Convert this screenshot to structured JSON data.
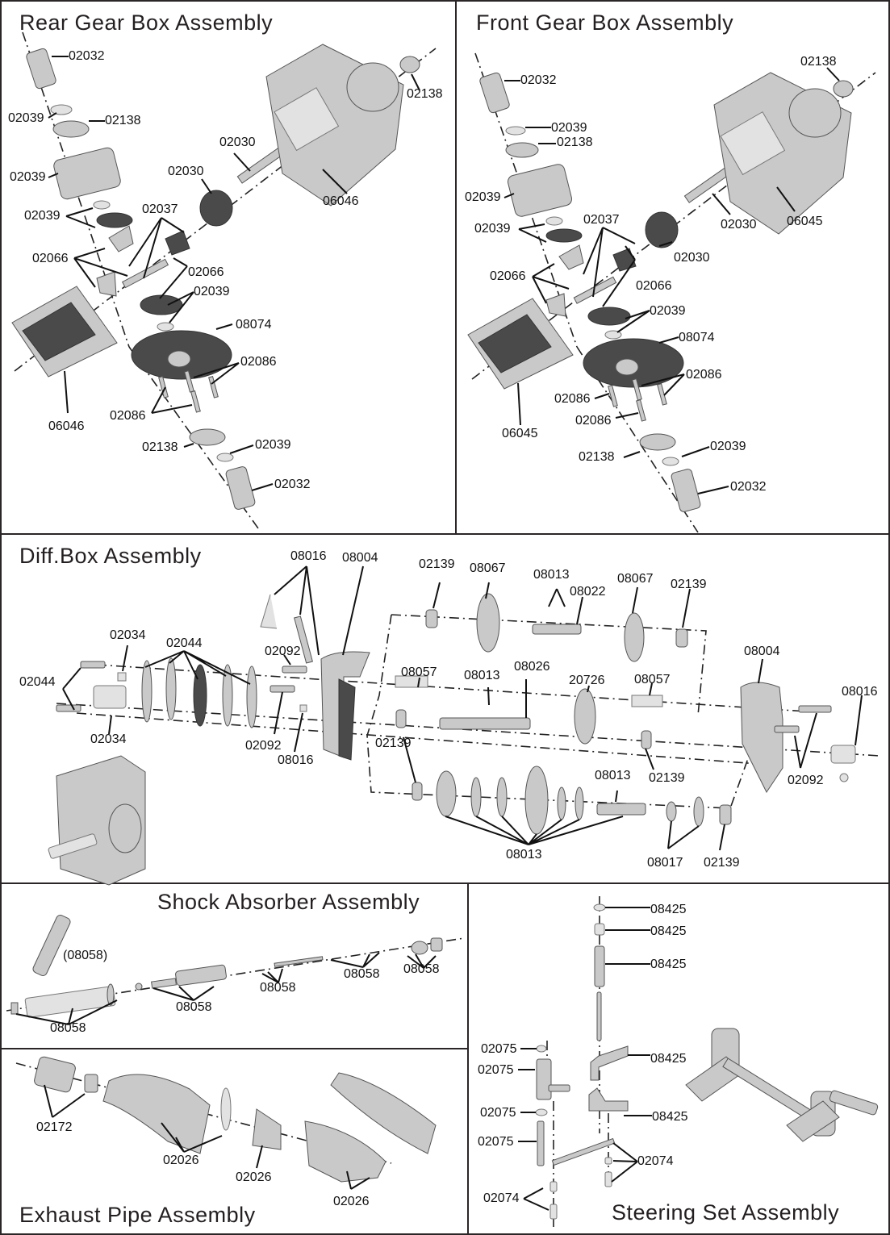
{
  "sections": {
    "rear_gearbox": {
      "title": "Rear Gear Box Assembly",
      "labels": [
        "02032",
        "02039",
        "02138",
        "02039",
        "02039",
        "02066",
        "02037",
        "02030",
        "02030",
        "06046",
        "02138",
        "02066",
        "02039",
        "08074",
        "02086",
        "02086",
        "06046",
        "02138",
        "02039",
        "02032"
      ]
    },
    "front_gearbox": {
      "title": "Front Gear Box Assembly",
      "labels": [
        "02032",
        "02039",
        "02138",
        "02039",
        "02039",
        "02037",
        "02066",
        "02066",
        "02039",
        "08074",
        "02086",
        "02086",
        "02086",
        "06045",
        "02030",
        "02030",
        "06045",
        "02138",
        "02138",
        "02039",
        "02032"
      ]
    },
    "diff_box": {
      "title": "Diff.Box Assembly",
      "labels": [
        "08016",
        "08004",
        "02139",
        "08067",
        "08013",
        "08022",
        "08067",
        "02139",
        "02034",
        "02044",
        "02092",
        "08004",
        "02044",
        "08057",
        "08013",
        "08026",
        "20726",
        "08057",
        "08016",
        "02034",
        "02092",
        "08016",
        "02139",
        "02139",
        "02092",
        "08013",
        "08013",
        "08017",
        "02139"
      ]
    },
    "shock_absorber": {
      "title": "Shock Absorber Assembly",
      "labels": [
        "(08058)",
        "08058",
        "08058",
        "08058",
        "08058",
        "08058"
      ]
    },
    "exhaust_pipe": {
      "title": "Exhaust Pipe Assembly",
      "labels": [
        "02172",
        "02026",
        "02026",
        "02026"
      ]
    },
    "steering_set": {
      "title": "Steering Set Assembly",
      "labels": [
        "08425",
        "08425",
        "08425",
        "08425",
        "08425",
        "02075",
        "02075",
        "02075",
        "02075",
        "02074",
        "02074"
      ]
    }
  }
}
